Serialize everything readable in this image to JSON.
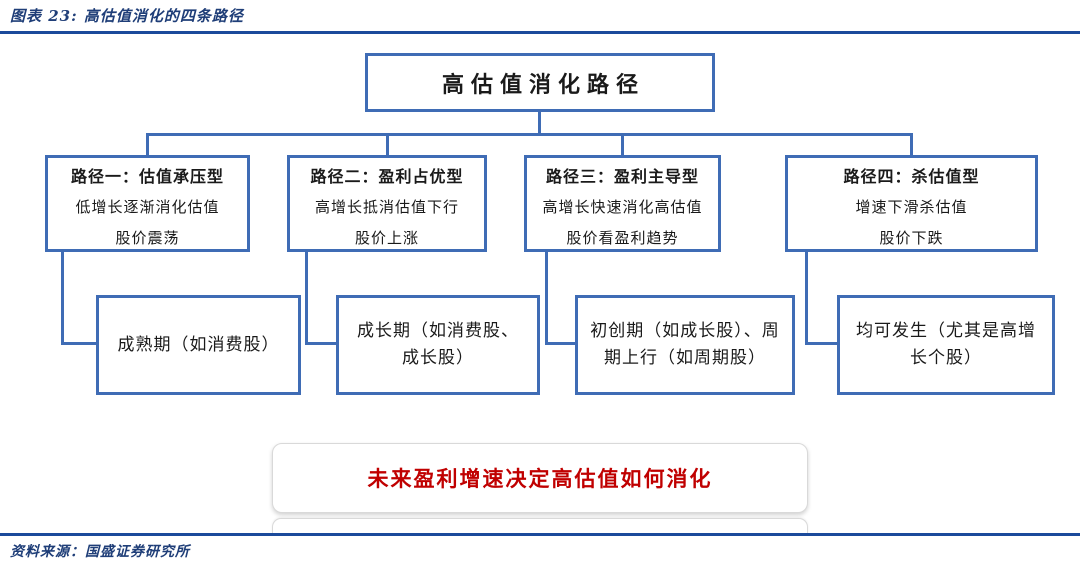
{
  "figure": {
    "caption": "图表 23:  高估值消化的四条路径",
    "source": "资料来源：国盛证券研究所"
  },
  "colors": {
    "box_border_blue": "#3f6cb5",
    "rule_blue": "#1b4a9b",
    "caption_navy": "#1f3e78",
    "conclusion_red": "#c00000"
  },
  "diagram": {
    "root_label": "高估值消化路径",
    "paths": [
      {
        "title": "路径一：估值承压型",
        "desc1": "低增长逐渐消化估值",
        "desc2": "股价震荡",
        "stage": "成熟期（如消费股）"
      },
      {
        "title": "路径二：盈利占优型",
        "desc1": "高增长抵消估值下行",
        "desc2": "股价上涨",
        "stage": "成长期（如消费股、成长股）"
      },
      {
        "title": "路径三：盈利主导型",
        "desc1": "高增长快速消化高估值",
        "desc2": "股价看盈利趋势",
        "stage": "初创期（如成长股）、周期上行（如周期股）"
      },
      {
        "title": "路径四：杀估值型",
        "desc1": "增速下滑杀估值",
        "desc2": "股价下跌",
        "stage": "均可发生（尤其是高增长个股）"
      }
    ],
    "conclusion": "未来盈利增速决定高估值如何消化"
  }
}
